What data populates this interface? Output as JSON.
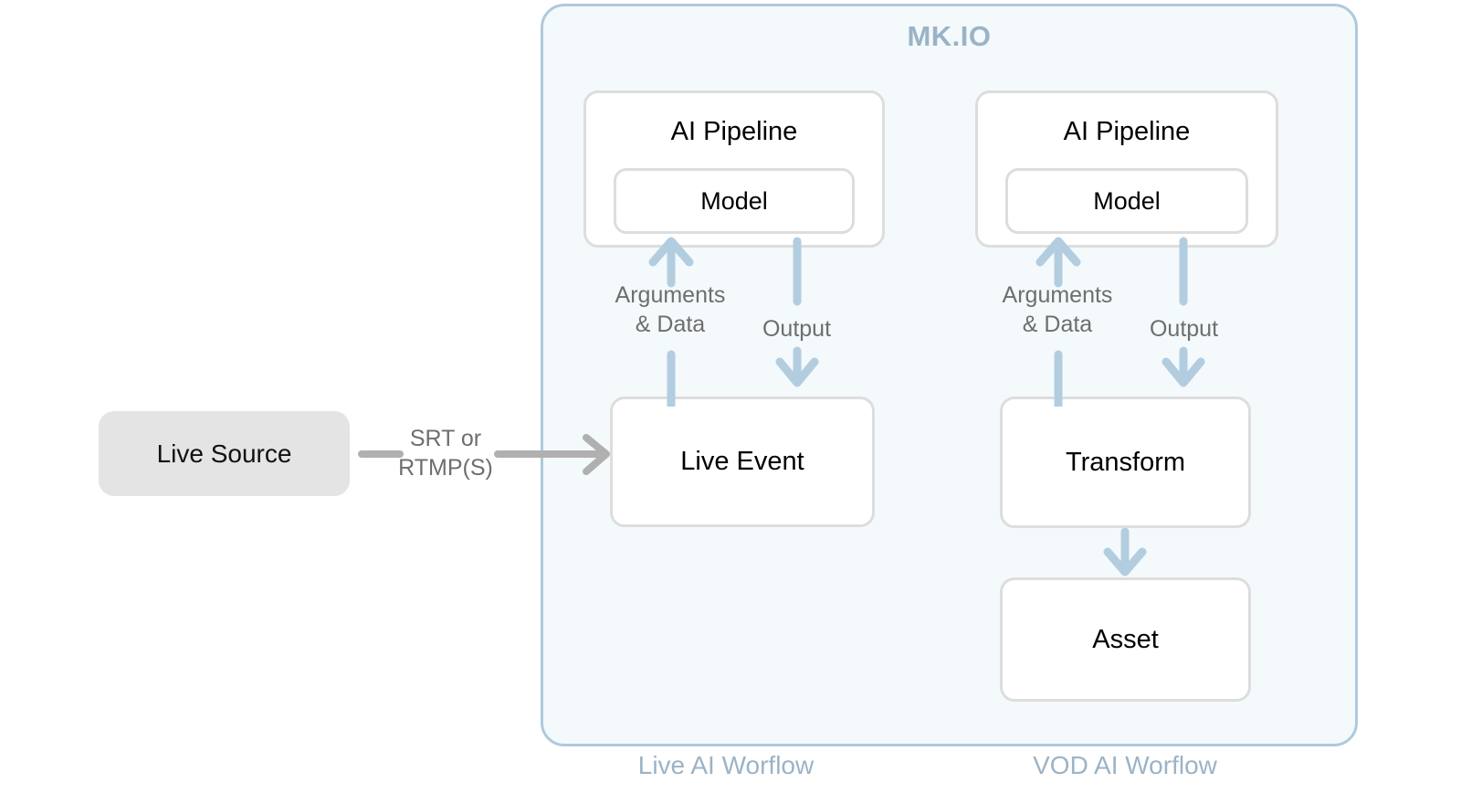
{
  "diagram": {
    "title": "MK.IO",
    "platform_container_label": "MK.IO",
    "colors": {
      "container_border": "#afc9dd",
      "container_fill": "#f4f9fc",
      "box_border": "#dddddd",
      "box_fill": "#ffffff",
      "source_fill": "#e4e4e4",
      "blue_arrow": "#b3cde0",
      "gray_arrow": "#b0b0b0",
      "caption_blue": "#9bb3c7",
      "edge_label_gray": "#6e6e6e"
    },
    "external": {
      "live_source_label": "Live Source",
      "ingest_protocol_label": "SRT or\nRTMP(S)"
    },
    "live_workflow": {
      "caption": "Live AI Worflow",
      "pipeline_label": "AI Pipeline",
      "model_label": "Model",
      "sink_label": "Live Event",
      "arrow_up_label": "Arguments\n& Data",
      "arrow_down_label": "Output"
    },
    "vod_workflow": {
      "caption": "VOD AI Worflow",
      "pipeline_label": "AI Pipeline",
      "model_label": "Model",
      "transform_label": "Transform",
      "asset_label": "Asset",
      "arrow_up_label": "Arguments\n& Data",
      "arrow_down_label": "Output"
    }
  }
}
